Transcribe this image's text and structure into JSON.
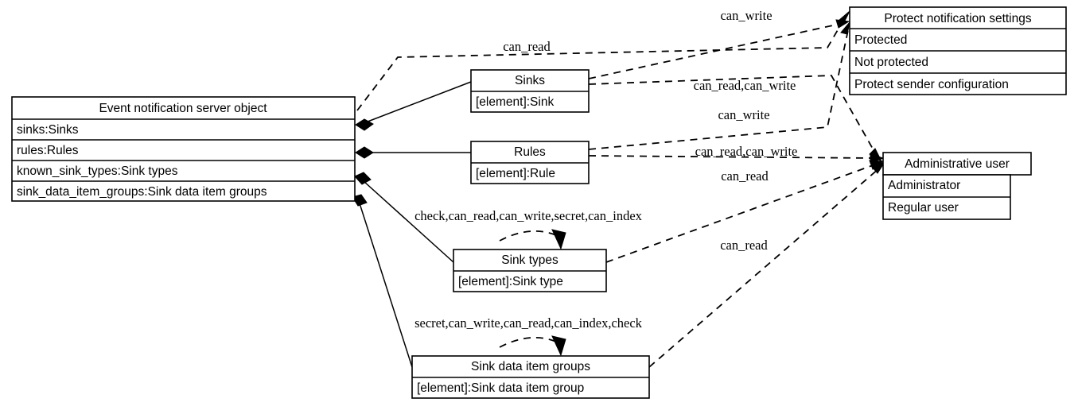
{
  "diagram": {
    "type": "uml-class-diagram",
    "background": "#ffffff",
    "line_color": "#000000"
  },
  "classes": {
    "server": {
      "title": "Event notification server object",
      "attributes": [
        "sinks:Sinks",
        "rules:Rules",
        "known_sink_types:Sink types",
        "sink_data_item_groups:Sink data item groups"
      ]
    },
    "sinks": {
      "title": "Sinks",
      "attributes": [
        "[element]:Sink"
      ]
    },
    "rules": {
      "title": "Rules",
      "attributes": [
        "[element]:Rule"
      ]
    },
    "sink_types": {
      "title": "Sink types",
      "attributes": [
        "[element]:Sink type"
      ]
    },
    "sink_data_item_groups": {
      "title": "Sink data item groups",
      "attributes": [
        "[element]:Sink data item group"
      ]
    },
    "protect_notification_settings": {
      "title": "Protect notification settings",
      "attributes": [
        "Protected",
        "Not protected",
        "Protect sender configuration"
      ]
    },
    "administrative_user": {
      "title": "Administrative user",
      "attributes": [
        "Administrator",
        "Regular user"
      ]
    }
  },
  "edge_labels": {
    "can_read_top": "can_read",
    "can_write_top": "can_write",
    "sinks_perm": "can_read,can_write",
    "can_write_mid": "can_write",
    "rules_perm": "can_read,can_write",
    "can_read_rules": "can_read",
    "sink_types_self": "check,can_read,can_write,secret,can_index",
    "can_read_sink_types": "can_read",
    "groups_self": "secret,can_write,can_read,can_index,check"
  }
}
